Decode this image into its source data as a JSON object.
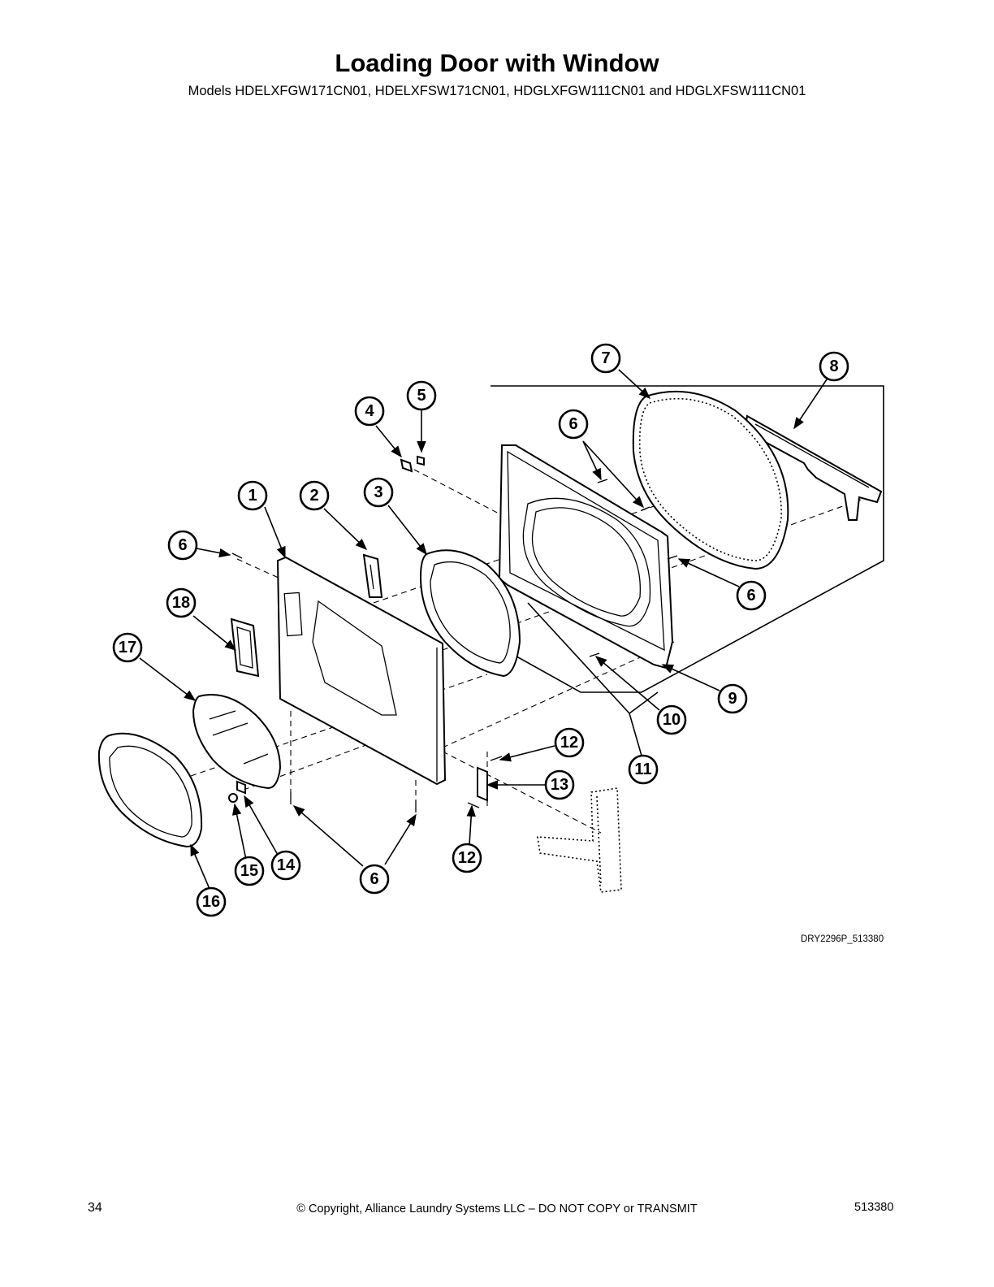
{
  "header": {
    "title": "Loading Door with Window",
    "subtitle": "Models HDELXFGW171CN01, HDELXFSW171CN01, HDGLXFGW111CN01 and HDGLXFSW111CN01"
  },
  "diagram": {
    "figure_code": "DRY2296P_513380",
    "callouts": [
      "1",
      "2",
      "3",
      "4",
      "5",
      "6",
      "7",
      "8",
      "6",
      "6",
      "9",
      "10",
      "11",
      "12",
      "13",
      "12",
      "14",
      "15",
      "16",
      "17",
      "18",
      "6"
    ]
  },
  "footer": {
    "page_number": "34",
    "copyright": "© Copyright, Alliance Laundry Systems LLC – DO NOT COPY or TRANSMIT",
    "doc_number": "513380"
  }
}
